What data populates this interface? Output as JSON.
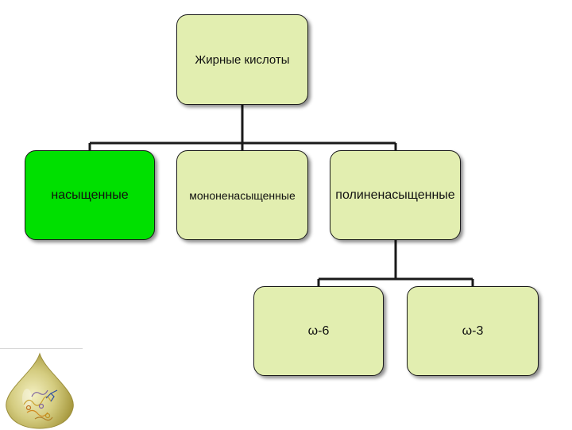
{
  "diagram": {
    "root": {
      "label": "Жирные кислоты"
    },
    "children": [
      {
        "label": "насыщенные",
        "fill": "#00e000"
      },
      {
        "label": "мононенасыщенные",
        "fill": "#e2eeb0"
      },
      {
        "label": "полиненасыщенные",
        "fill": "#e2eeb0"
      }
    ],
    "grandchildren": [
      {
        "label": "ω-6",
        "fill": "#e2eeb0"
      },
      {
        "label": "ω-3",
        "fill": "#e2eeb0"
      }
    ]
  },
  "colors": {
    "box_fill": "#e2eeb0",
    "highlight_fill": "#00e000",
    "border": "#1a1a1a",
    "logo_drop": "#c9c070"
  },
  "icons": {
    "logo": "oil-drop-molecule-icon"
  }
}
